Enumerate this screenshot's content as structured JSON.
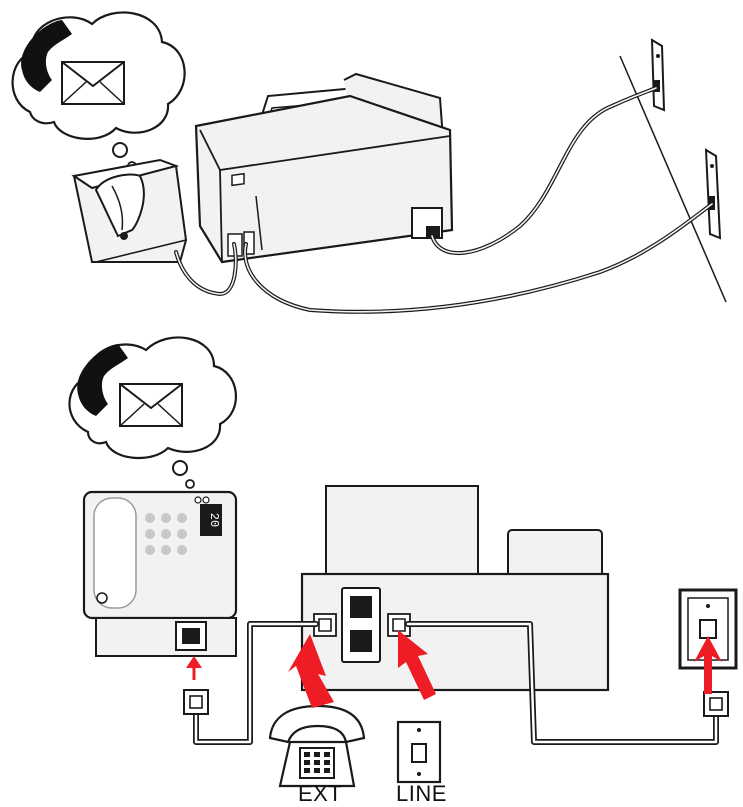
{
  "labels": {
    "ext": "EXT",
    "line": "LINE",
    "display_digits": "20"
  },
  "icons": {
    "top_bubble": "phone-envelope-icon",
    "bottom_bubble": "phone-envelope-icon",
    "arrows": "red-arrow-icon"
  },
  "colors": {
    "outline": "#1a1a1a",
    "fill_light": "#f2f2f2",
    "fill_mid": "#e6e6e6",
    "arrow": "#ee1c25",
    "background": "#ffffff"
  }
}
